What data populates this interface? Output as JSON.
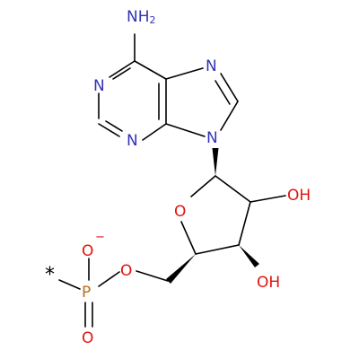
{
  "colors": {
    "bond": "#000000",
    "nitrogen": "#3333b3",
    "oxygen": "#e0130f",
    "phosphorus": "#b5701a",
    "carbon": "#000000"
  },
  "labels": {
    "amine_n": "N",
    "amine_h": "H",
    "amine_sub": "2",
    "n1": "N",
    "n3": "N",
    "n7": "N",
    "n9": "N",
    "ring_o": "O",
    "oh_upper": "OH",
    "oh_lower": "OH",
    "ester_o": "O",
    "phosphorus": "P",
    "p_o_minus": "O",
    "minus_sign": "−",
    "p_o_double": "O",
    "attachment": "*"
  }
}
